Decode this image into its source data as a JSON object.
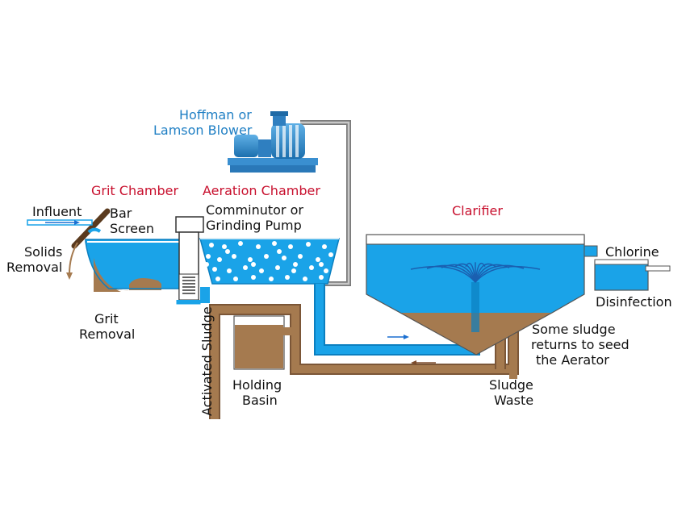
{
  "labels": {
    "blower_line1": "Hoffman or",
    "blower_line2": "Lamson Blower",
    "grit_chamber": "Grit Chamber",
    "aeration_chamber": "Aeration Chamber",
    "clarifier": "Clarifier",
    "influent": "Influent",
    "bar_screen_line1": "Bar",
    "bar_screen_line2": "Screen",
    "comminutor_line1": "Comminutor or",
    "comminutor_line2": "Grinding Pump",
    "solids_line1": "Solids",
    "solids_line2": "Removal",
    "grit_removal_line1": "Grit",
    "grit_removal_line2": "Removal",
    "activated_sludge": "Activated Sludge",
    "holding_line1": "Holding",
    "holding_line2": "Basin",
    "chlorine": "Chlorine",
    "disinfection": "Disinfection",
    "returns_line1": "Some sludge",
    "returns_line2": "returns to seed",
    "returns_line3": "the Aerator",
    "sludge_waste_line1": "Sludge",
    "sludge_waste_line2": "Waste"
  },
  "colors": {
    "water": "#1aa3e8",
    "water_dark": "#0b7fc0",
    "sludge": "#a57a4f",
    "pipe_gray": "#888888",
    "blower": "#2e86c8",
    "title_red": "#c8102e",
    "title_blue": "#1f7fc4",
    "text": "#111111"
  }
}
